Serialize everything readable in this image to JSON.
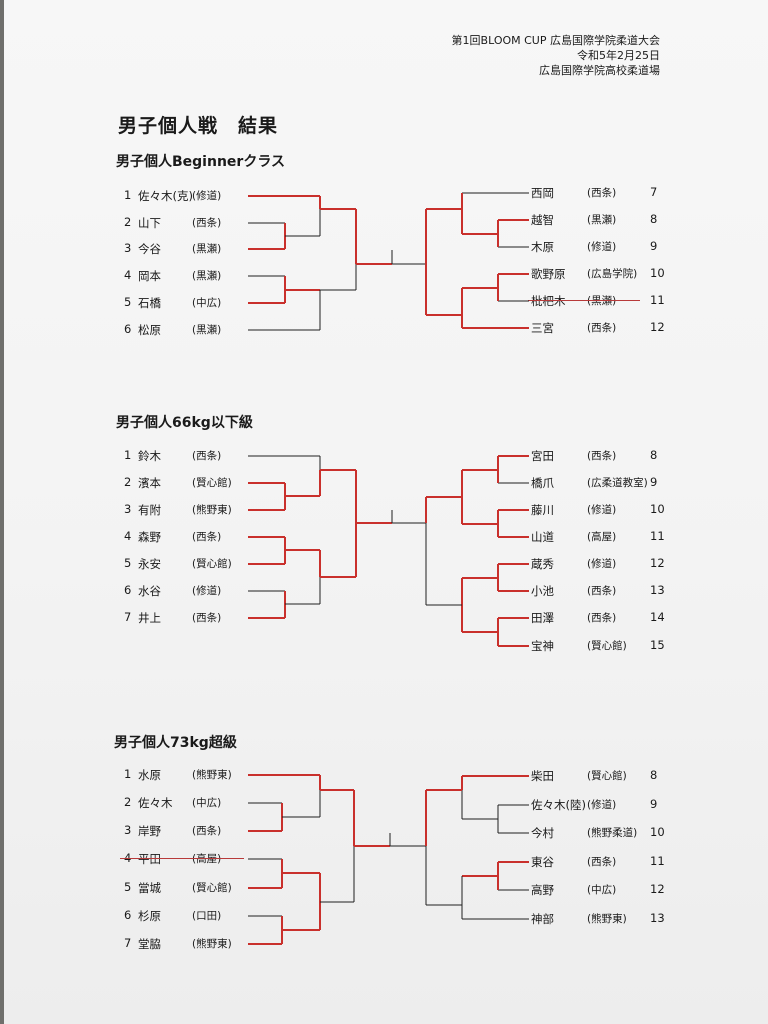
{
  "header": {
    "event": "第1回BLOOM CUP 広島国際学院柔道大会",
    "date": "令和5年2月25日",
    "venue": "広島国際学院高校柔道場"
  },
  "title": "男子個人戦　結果",
  "sections": [
    {
      "name": "男子個人Beginnerクラス",
      "left": [
        {
          "no": "1",
          "name": "佐々木(克)",
          "club": "(修道)"
        },
        {
          "no": "2",
          "name": "山下",
          "club": "(西条)"
        },
        {
          "no": "3",
          "name": "今谷",
          "club": "(黒瀬)"
        },
        {
          "no": "4",
          "name": "岡本",
          "club": "(黒瀬)"
        },
        {
          "no": "5",
          "name": "石橋",
          "club": "(中広)"
        },
        {
          "no": "6",
          "name": "松原",
          "club": "(黒瀬)"
        }
      ],
      "right": [
        {
          "no": "7",
          "name": "西岡",
          "club": "(西条)"
        },
        {
          "no": "8",
          "name": "越智",
          "club": "(黒瀬)"
        },
        {
          "no": "9",
          "name": "木原",
          "club": "(修道)"
        },
        {
          "no": "10",
          "name": "歌野原",
          "club": "(広島学院)"
        },
        {
          "no": "11",
          "name": "枇杷木",
          "club": "(黒瀬)",
          "struck": true
        },
        {
          "no": "12",
          "name": "三宮",
          "club": "(西条)"
        }
      ]
    },
    {
      "name": "男子個人66kg以下級",
      "left": [
        {
          "no": "1",
          "name": "鈴木",
          "club": "(西条)"
        },
        {
          "no": "2",
          "name": "濱本",
          "club": "(賢心館)"
        },
        {
          "no": "3",
          "name": "有附",
          "club": "(熊野東)"
        },
        {
          "no": "4",
          "name": "森野",
          "club": "(西条)"
        },
        {
          "no": "5",
          "name": "永安",
          "club": "(賢心館)"
        },
        {
          "no": "6",
          "name": "水谷",
          "club": "(修道)"
        },
        {
          "no": "7",
          "name": "井上",
          "club": "(西条)"
        }
      ],
      "right": [
        {
          "no": "8",
          "name": "宮田",
          "club": "(西条)"
        },
        {
          "no": "9",
          "name": "橋爪",
          "club": "(広柔道教室)"
        },
        {
          "no": "10",
          "name": "藤川",
          "club": "(修道)"
        },
        {
          "no": "11",
          "name": "山道",
          "club": "(高屋)"
        },
        {
          "no": "12",
          "name": "蔵秀",
          "club": "(修道)"
        },
        {
          "no": "13",
          "name": "小池",
          "club": "(西条)"
        },
        {
          "no": "14",
          "name": "田澤",
          "club": "(西条)"
        },
        {
          "no": "15",
          "name": "宝神",
          "club": "(賢心館)"
        }
      ]
    },
    {
      "name": "男子個人73kg超級",
      "left": [
        {
          "no": "1",
          "name": "水原",
          "club": "(熊野東)"
        },
        {
          "no": "2",
          "name": "佐々木",
          "club": "(中広)"
        },
        {
          "no": "3",
          "name": "岸野",
          "club": "(西条)"
        },
        {
          "no": "4",
          "name": "平田",
          "club": "(高屋)",
          "struck": true
        },
        {
          "no": "5",
          "name": "當城",
          "club": "(賢心館)"
        },
        {
          "no": "6",
          "name": "杉原",
          "club": "(口田)"
        },
        {
          "no": "7",
          "name": "堂脇",
          "club": "(熊野東)"
        }
      ],
      "right": [
        {
          "no": "8",
          "name": "柴田",
          "club": "(賢心館)"
        },
        {
          "no": "9",
          "name": "佐々木(陸)",
          "club": "(修道)"
        },
        {
          "no": "10",
          "name": "今村",
          "club": "(熊野柔道)"
        },
        {
          "no": "11",
          "name": "東谷",
          "club": "(西条)"
        },
        {
          "no": "12",
          "name": "高野",
          "club": "(中広)"
        },
        {
          "no": "13",
          "name": "神部",
          "club": "(熊野東)"
        }
      ]
    }
  ]
}
